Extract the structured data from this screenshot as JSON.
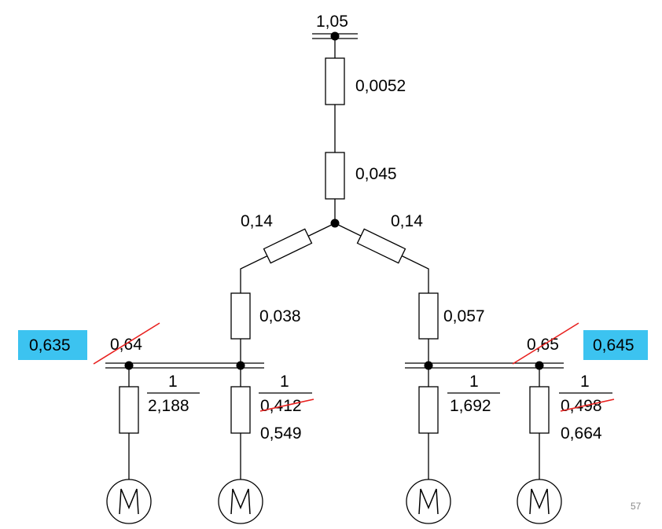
{
  "diagram": {
    "source": {
      "voltage": "1,05"
    },
    "series_impedances": {
      "upper": "0,0052",
      "lower": "0,045"
    },
    "branches": {
      "left": "0,14",
      "right": "0,14"
    },
    "feeders": {
      "left": "0,038",
      "right": "0,057"
    },
    "bus_left": {
      "voltage_old": "0,64",
      "voltage_new": "0,635",
      "motor_a": {
        "num": "1",
        "den": "2,188"
      },
      "motor_b": {
        "num": "1",
        "den_old": "0,412",
        "den_new": "0,549"
      }
    },
    "bus_right": {
      "voltage_old": "0,65",
      "voltage_new": "0,645",
      "motor_a": {
        "num": "1",
        "den": "1,692"
      },
      "motor_b": {
        "num": "1",
        "den_old": "0,498",
        "den_new": "0,664"
      }
    },
    "motor_symbol": "M",
    "highlight_color": "#3cc3f0",
    "strike_color": "#e8201e"
  },
  "page_number": "57"
}
